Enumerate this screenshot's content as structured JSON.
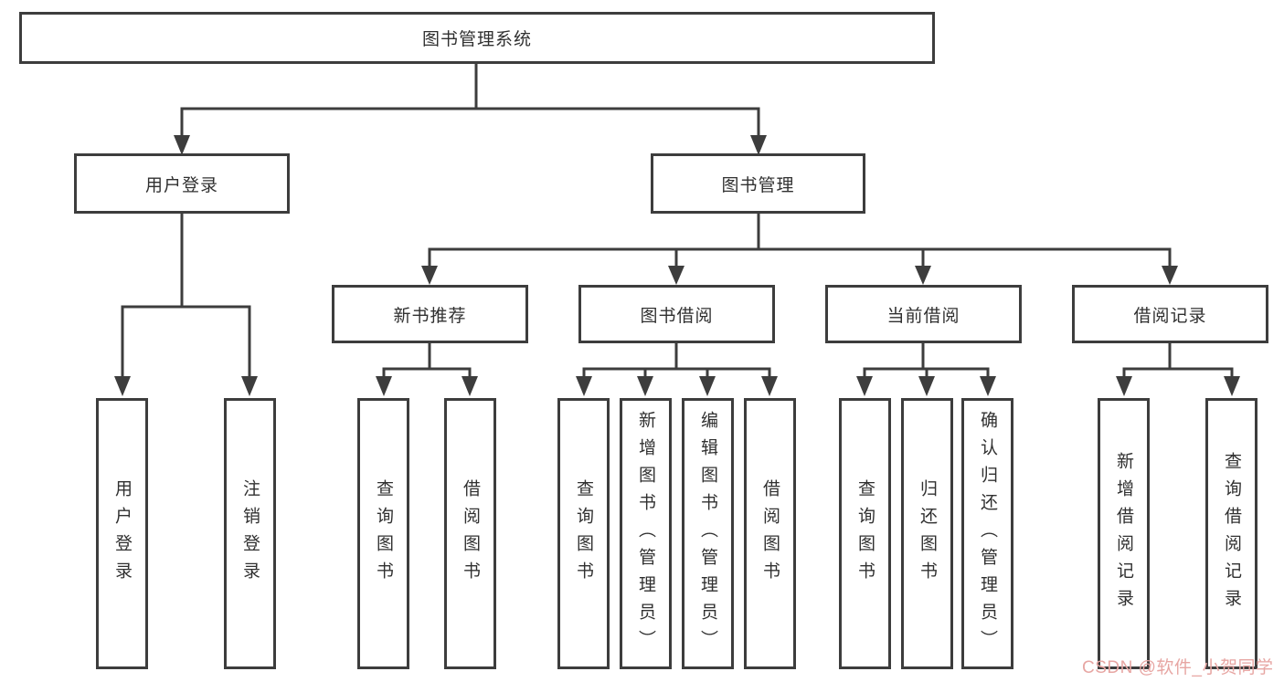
{
  "diagram_title": "图书管理系统",
  "tree": {
    "root": {
      "label": "图书管理系统",
      "children": [
        {
          "label": "用户登录",
          "children": [
            {
              "label": "用户登录"
            },
            {
              "label": "注销登录"
            }
          ]
        },
        {
          "label": "图书管理",
          "children": [
            {
              "label": "新书推荐",
              "children": [
                {
                  "label": "查询图书"
                },
                {
                  "label": "借阅图书"
                }
              ]
            },
            {
              "label": "图书借阅",
              "children": [
                {
                  "label": "查询图书"
                },
                {
                  "label": "新增图书（管理员）"
                },
                {
                  "label": "编辑图书（管理员）"
                },
                {
                  "label": "借阅图书"
                }
              ]
            },
            {
              "label": "当前借阅",
              "children": [
                {
                  "label": "查询图书"
                },
                {
                  "label": "归还图书"
                },
                {
                  "label": "确认归还（管理员）"
                }
              ]
            },
            {
              "label": "借阅记录",
              "children": [
                {
                  "label": "新增借阅记录"
                },
                {
                  "label": "查询借阅记录"
                }
              ]
            }
          ]
        }
      ]
    }
  },
  "watermark": {
    "text": "CSDN @软件_小贺同学"
  },
  "colors": {
    "line": "#3d3d3d",
    "box_border": "#3d3d3d",
    "text": "#303030",
    "background": "#ffffff",
    "watermark": "#e7a6a3"
  }
}
